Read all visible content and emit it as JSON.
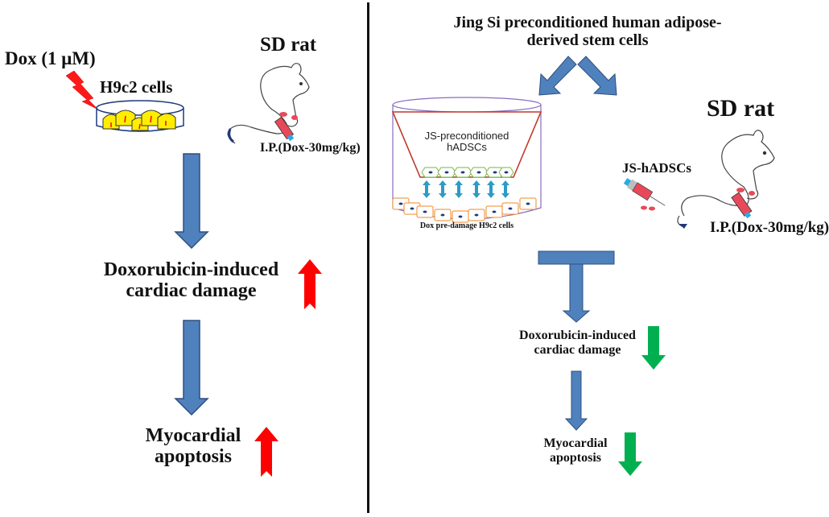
{
  "left_panel": {
    "dox_label": "Dox (1 μM)",
    "cells_label": "H9c2 cells",
    "rat_title": "SD rat",
    "rat_injection": "I.P.(Dox-30mg/kg)",
    "outcome_1": [
      "Doxorubicin-induced",
      "cardiac damage"
    ],
    "outcome_1_trend": "increase",
    "outcome_2": [
      "Myocardial",
      "apoptosis"
    ],
    "outcome_2_trend": "increase"
  },
  "right_panel": {
    "title": [
      "Jing Si preconditioned human adipose-",
      "derived stem cells"
    ],
    "insert_label": [
      "JS-preconditioned",
      "hADSCs"
    ],
    "plate_caption": "Dox pre-damage H9c2 cells",
    "rat_title": "SD rat",
    "syringe_label": "JS-hADSCs",
    "rat_injection": "I.P.(Dox-30mg/kg)",
    "outcome_1": [
      "Doxorubicin-induced",
      "cardiac damage"
    ],
    "outcome_1_trend": "decrease",
    "outcome_2": [
      "Myocardial",
      "apoptosis"
    ],
    "outcome_2_trend": "decrease"
  },
  "colors": {
    "flow_arrow": "#4f81bd",
    "flow_arrow_border": "#2f4f7f",
    "increase": "#ff0000",
    "decrease": "#00b050",
    "divider": "#111111"
  }
}
